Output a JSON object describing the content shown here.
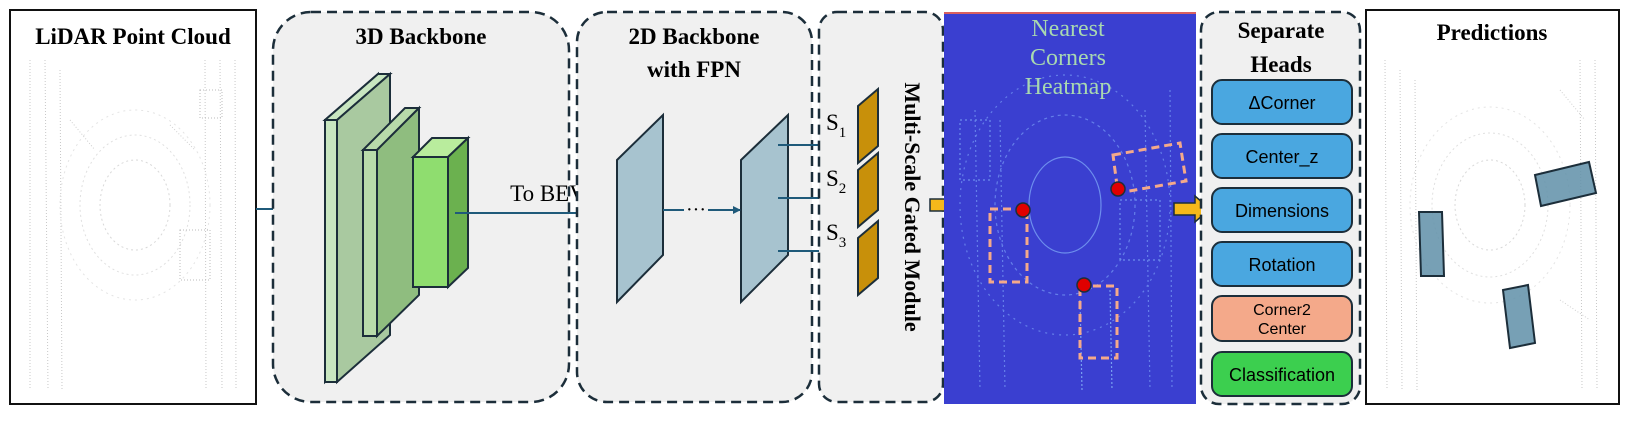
{
  "panels": {
    "lidar": {
      "title": "LiDAR Point Cloud"
    },
    "backbone3d": {
      "title": "3D Backbone"
    },
    "backbone2d": {
      "title_line1": "2D Backbone",
      "title_line2": "with FPN"
    },
    "gated": {
      "title": "Multi-Scale Gated Module",
      "scales": [
        "S",
        "S",
        "S"
      ],
      "scale_subs": [
        "1",
        "2",
        "3"
      ]
    },
    "heatmap": {
      "title_line1": "Nearest",
      "title_line2": "Corners",
      "title_line3": "Heatmap"
    },
    "heads": {
      "title_line1": "Separate",
      "title_line2": "Heads",
      "items": [
        {
          "label": "ΔCorner",
          "color": "#4aa7e0"
        },
        {
          "label": "Center_z",
          "color": "#4aa7e0"
        },
        {
          "label": "Dimensions",
          "color": "#4aa7e0"
        },
        {
          "label": "Rotation",
          "color": "#4aa7e0"
        },
        {
          "label_line1": "Corner2",
          "label_line2": "Center",
          "color": "#f4a98a"
        },
        {
          "label": "Classification",
          "color": "#3ccf4f"
        }
      ]
    },
    "predictions": {
      "title": "Predictions"
    }
  },
  "labels": {
    "to_bev": "To BEV",
    "ellipsis": "···"
  },
  "colors": {
    "arrow": "#1f5a7a",
    "panel_fill": "#f0f0f0",
    "panel_border": "#1c2e3a",
    "green_light": "#c8e6c0",
    "green_mid": "#9fcf8f",
    "green_bright": "#8fdd6f",
    "fpn_plane": "#a7c3cf",
    "gate_bar": "#c8900a",
    "heatmap_bg": "#3a3fd0",
    "heatmap_text": "#a8d8b0",
    "yellow_arrow": "#f5b81b",
    "box_dashed": "#f4a98a",
    "corner_dot": "#e00000",
    "pred_box": "#5f8fa8"
  }
}
